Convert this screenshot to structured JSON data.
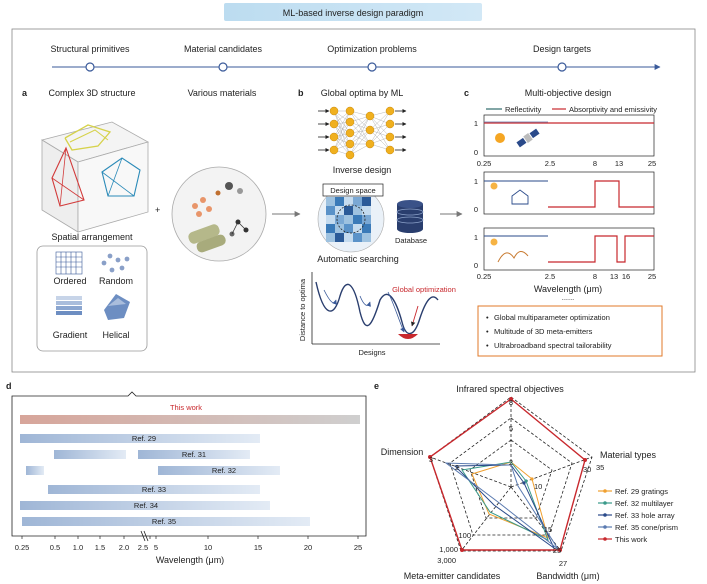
{
  "banner": {
    "title": "ML-based inverse design paradigm"
  },
  "timeline": [
    "Structural primitives",
    "Material candidates",
    "Optimization problems",
    "Design targets"
  ],
  "panel_a": {
    "letter": "a",
    "title_left": "Complex 3D structure",
    "title_right": "Various materials",
    "plus": "+",
    "spatial_title": "Spatial arrangement",
    "arrangements": [
      "Ordered",
      "Random",
      "Gradient",
      "Helical"
    ]
  },
  "panel_b": {
    "letter": "b",
    "title": "Global optima by ML",
    "inverse_label": "Inverse design",
    "design_space": "Design space",
    "database": "Database",
    "auto_search": "Automatic searching",
    "ylabel": "Distance to optima",
    "xlabel": "Designs",
    "global_opt": "Global optimization"
  },
  "panel_c": {
    "letter": "c",
    "title": "Multi-objective design",
    "legend": [
      "Reflectivity",
      "Absorptivity and emissivity"
    ],
    "colors": {
      "reflectivity": "#2e6b6b",
      "absorptivity": "#c8282d"
    },
    "y_ticks": [
      "1",
      "0"
    ],
    "x_ticks_top": [
      "0.25",
      "2.5",
      "8",
      "13",
      "25"
    ],
    "x_ticks_bottom": [
      "0.25",
      "2.5",
      "8",
      "13",
      "16",
      "25"
    ],
    "xlabel": "Wavelength (μm)",
    "ellipsis": "......",
    "bullets": [
      "Global multiparameter optimization",
      "Multitude of 3D meta-emitters",
      "Ultrabroadband spectral tailorability"
    ]
  },
  "panel_d": {
    "letter": "d",
    "this_work": "This work",
    "refs": [
      "Ref. 29",
      "Ref. 31",
      "Ref. 32",
      "Ref. 33",
      "Ref. 34",
      "Ref. 35"
    ],
    "x_ticks": [
      "0.25",
      "0.5",
      "1.0",
      "1.5",
      "2.0",
      "2.5",
      "5",
      "10",
      "15",
      "20",
      "25"
    ],
    "xlabel": "Wavelength (μm)"
  },
  "panel_e": {
    "letter": "e",
    "axes": [
      "Infrared spectral objectives",
      "Material types",
      "Bandwidth (μm)",
      "Meta-emitter candidates",
      "Dimension"
    ],
    "ticks_top": [
      "8",
      "5",
      "2"
    ],
    "ticks_right": [
      "35",
      "30",
      "10"
    ],
    "ticks_br": [
      "27",
      "25",
      "15"
    ],
    "ticks_bl": [
      "3,000",
      "1,000",
      "100"
    ],
    "ticks_left": [
      "3",
      "2"
    ],
    "legend": [
      "Ref. 29 gratings",
      "Ref. 32 multilayer",
      "Ref. 33 hole array",
      "Ref. 35 cone/prism",
      "This work"
    ],
    "colors": [
      "#f0a030",
      "#3a9a8a",
      "#2a4a8a",
      "#5a7ab0",
      "#c8282d"
    ]
  }
}
